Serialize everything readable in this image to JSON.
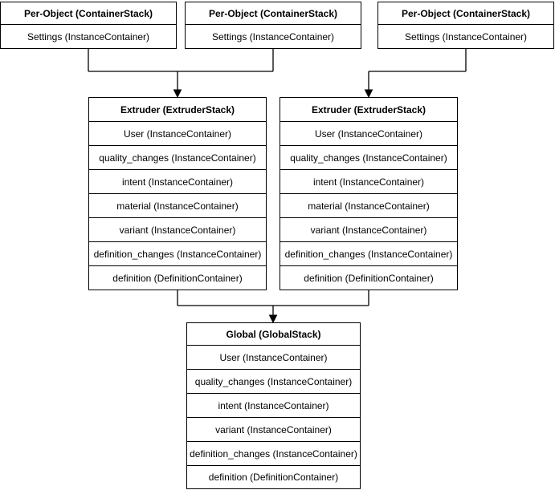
{
  "diagram": {
    "colors": {
      "stroke": "#000000",
      "node_fill": "#ffffff",
      "text": "#000000",
      "background": "#ffffff"
    },
    "boxes": [
      {
        "id": "per-object-1",
        "title": "Per-Object (ContainerStack)",
        "rows": [
          "Settings (InstanceContainer)"
        ]
      },
      {
        "id": "per-object-2",
        "title": "Per-Object (ContainerStack)",
        "rows": [
          "Settings (InstanceContainer)"
        ]
      },
      {
        "id": "per-object-3",
        "title": "Per-Object (ContainerStack)",
        "rows": [
          "Settings (InstanceContainer)"
        ]
      },
      {
        "id": "extruder-1",
        "title": "Extruder (ExtruderStack)",
        "rows": [
          "User (InstanceContainer)",
          "quality_changes (InstanceContainer)",
          "intent (InstanceContainer)",
          "material (InstanceContainer)",
          "variant (InstanceContainer)",
          "definition_changes (InstanceContainer)",
          "definition (DefinitionContainer)"
        ]
      },
      {
        "id": "extruder-2",
        "title": "Extruder (ExtruderStack)",
        "rows": [
          "User (InstanceContainer)",
          "quality_changes (InstanceContainer)",
          "intent (InstanceContainer)",
          "material (InstanceContainer)",
          "variant (InstanceContainer)",
          "definition_changes (InstanceContainer)",
          "definition (DefinitionContainer)"
        ]
      },
      {
        "id": "global",
        "title": "Global (GlobalStack)",
        "rows": [
          "User (InstanceContainer)",
          "quality_changes (InstanceContainer)",
          "intent (InstanceContainer)",
          "variant (InstanceContainer)",
          "definition_changes (InstanceContainer)",
          "definition (DefinitionContainer)"
        ]
      }
    ],
    "connectors": [
      {
        "from": [
          "per-object-1",
          "per-object-2"
        ],
        "to": "extruder-1",
        "style": "orthogonal-merged-arrow"
      },
      {
        "from": [
          "per-object-3"
        ],
        "to": "extruder-2",
        "style": "orthogonal-arrow"
      },
      {
        "from": [
          "extruder-1",
          "extruder-2"
        ],
        "to": "global",
        "style": "orthogonal-merged-arrow"
      }
    ]
  }
}
